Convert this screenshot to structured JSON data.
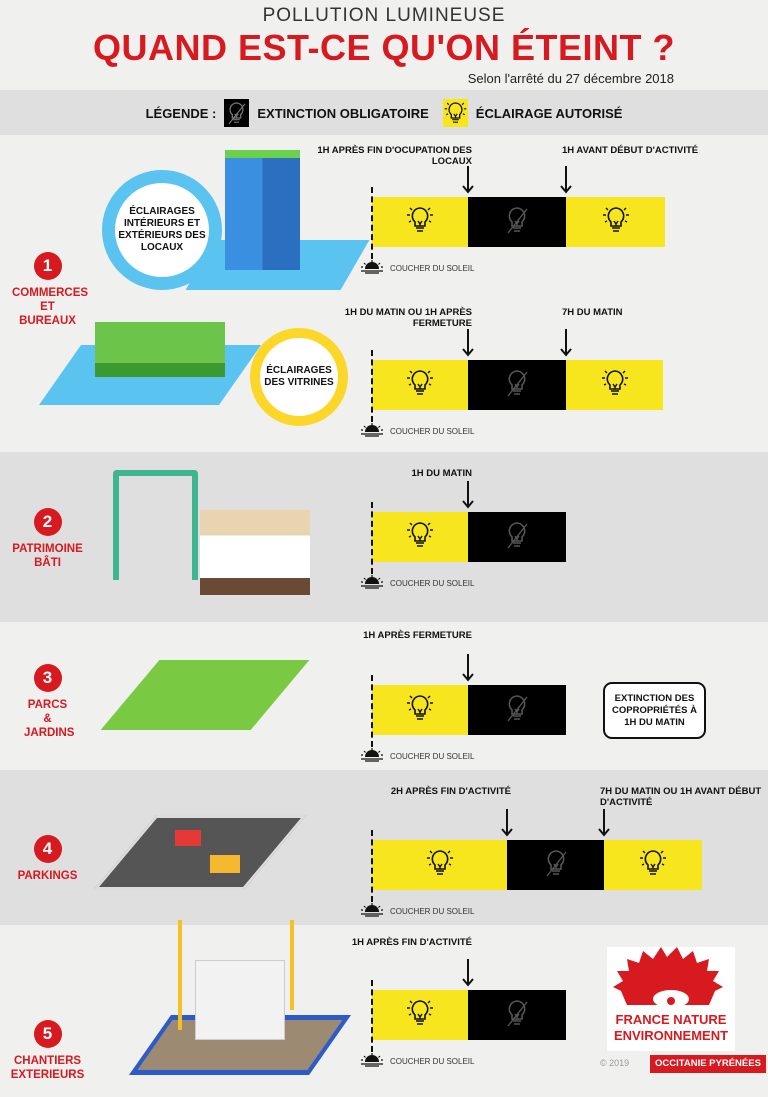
{
  "header": {
    "kicker": "POLLUTION LUMINEUSE",
    "title": "QUAND EST-CE QU'ON ÉTEINT ?",
    "subtitle": "Selon l'arrêté du 27 décembre 2018"
  },
  "legend": {
    "label": "LÉGENDE :",
    "off": {
      "label": "EXTINCTION OBLIGATOIRE",
      "icon": "bulb-crossed-icon",
      "color": "#000000"
    },
    "on": {
      "label": "ÉCLAIRAGE AUTORISÉ",
      "icon": "bulb-icon",
      "color": "#f7e51d"
    }
  },
  "sunset_label": "COUCHER DU SOLEIL",
  "sections": [
    {
      "number": "1",
      "label": "COMMERCES ET BUREAUX"
    },
    {
      "number": "2",
      "label": "PATRIMOINE BÂTI"
    },
    {
      "number": "3",
      "label": "PARCS & JARDINS"
    },
    {
      "number": "4",
      "label": "PARKINGS"
    },
    {
      "number": "5",
      "label": "CHANTIERS EXTERIEURS"
    }
  ],
  "bubbles": [
    {
      "text": "ÉCLAIRAGES INTÉRIEURS ET EXTÉRIEURS DES LOCAUX",
      "color": "#5bc3f0"
    },
    {
      "text": "ÉCLAIRAGES DES VITRINES",
      "color": "#fcd72a"
    }
  ],
  "timelines": [
    {
      "section": "1",
      "segments": [
        "on",
        "off",
        "on"
      ],
      "markers": [
        "1H APRÈS FIN D'OCUPATION DES LOCAUX",
        "1H AVANT DÉBUT D'ACTIVITÉ"
      ]
    },
    {
      "section": "1",
      "segments": [
        "on",
        "off",
        "on"
      ],
      "markers": [
        "1H DU MATIN OU 1H APRÈS FERMETURE",
        "7H DU MATIN"
      ]
    },
    {
      "section": "2",
      "segments": [
        "on",
        "off"
      ],
      "markers": [
        "1H DU MATIN"
      ]
    },
    {
      "section": "3",
      "segments": [
        "on",
        "off"
      ],
      "markers": [
        "1H APRÈS FERMETURE"
      ]
    },
    {
      "section": "4",
      "segments": [
        "on",
        "off",
        "on"
      ],
      "markers": [
        "2H APRÈS FIN D'ACTIVITÉ",
        "7H DU MATIN OU 1H AVANT DÉBUT D'ACTIVITÉ"
      ]
    },
    {
      "section": "5",
      "segments": [
        "on",
        "off"
      ],
      "markers": [
        "1H APRÈS FIN D'ACTIVITÉ"
      ]
    }
  ],
  "note": "EXTINCTION DES COPROPRIÉTÉS À 1H DU MATIN",
  "logo": {
    "line1": "FRANCE NATURE",
    "line2": "ENVIRONNEMENT",
    "sub": "OCCITANIE PYRÉNÉES",
    "copyright": "© 2019",
    "color": "#d71920"
  }
}
